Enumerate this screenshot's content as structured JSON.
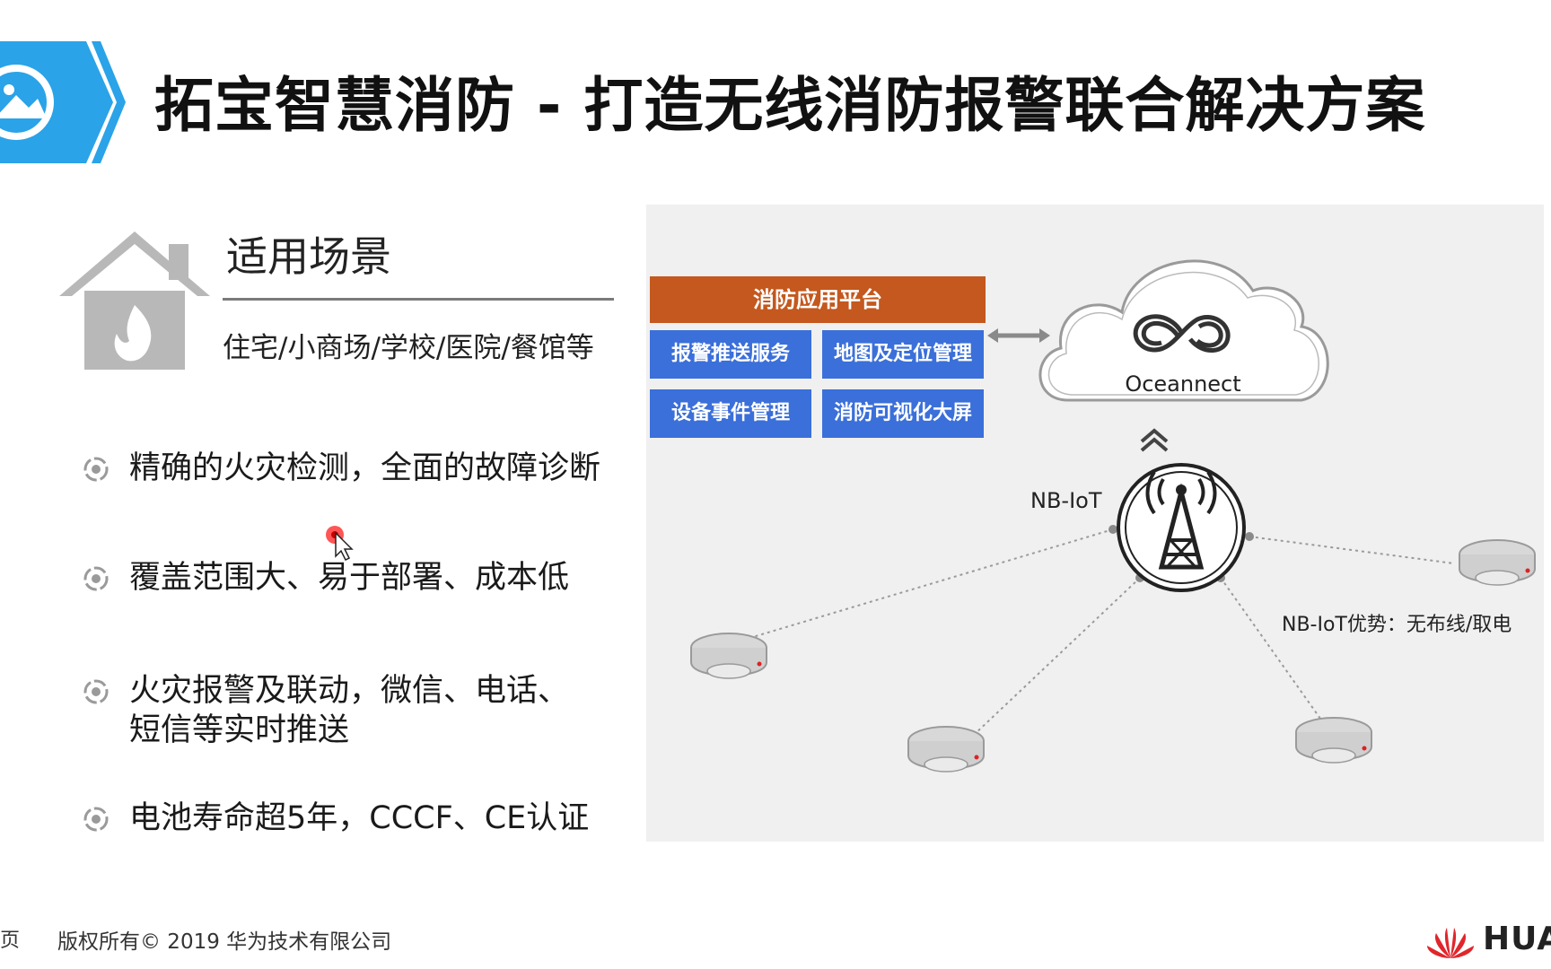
{
  "header": {
    "title": "拓宝智慧消防 - 打造无线消防报警联合解决方案"
  },
  "scenario": {
    "title": "适用场景",
    "text": "住宅/小商场/学校/医院/餐馆等"
  },
  "bullets": [
    {
      "text": "精确的火灾检测，全面的故障诊断"
    },
    {
      "text": "覆盖范围大、易于部署、成本低"
    },
    {
      "text": "火灾报警及联动，微信、电话、短信等实时推送"
    },
    {
      "text": "电池寿命超5年，CCCF、CE认证"
    }
  ],
  "diagram": {
    "platform_title": "消防应用平台",
    "services": [
      "报警推送服务",
      "地图及定位管理",
      "设备事件管理",
      "消防可视化大屏"
    ],
    "cloud_label": "Oceannect",
    "tower_label": "NB-IoT",
    "advantage_label": "NB-IoT优势：无布线/取电"
  },
  "footer": {
    "page_marker": "页",
    "copyright": "版权所有© 2019 华为技术有限公司",
    "brand": "HUAWEI"
  },
  "colors": {
    "accent_blue": "#2aa3e8",
    "platform_orange": "#c4581e",
    "service_blue": "#3b6fd9",
    "icon_gray": "#b8b8b8"
  }
}
